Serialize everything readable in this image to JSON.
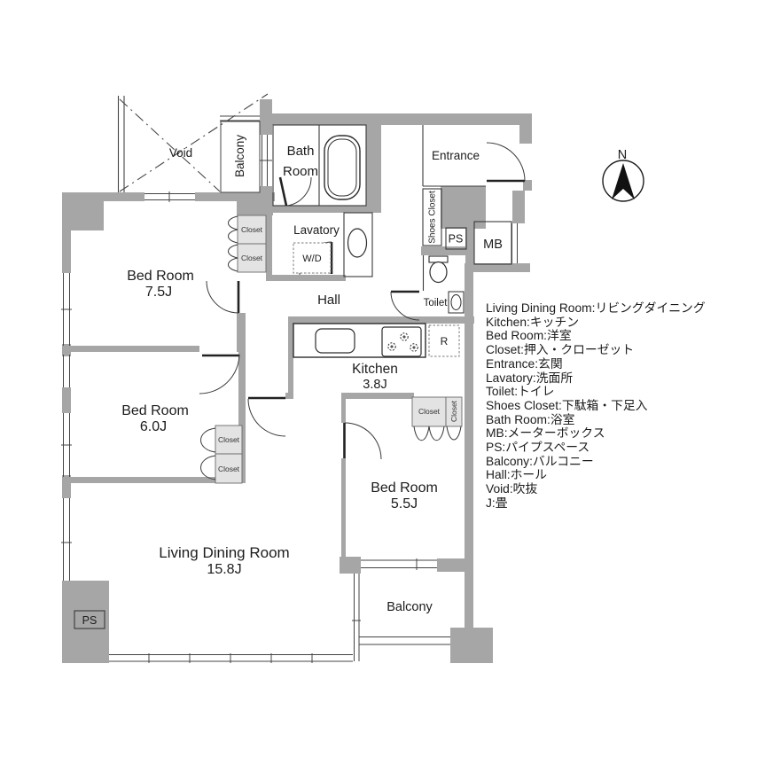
{
  "compass": {
    "north_label": "N"
  },
  "rooms": {
    "void": "Void",
    "balcony_top": "Balcony",
    "bath_line1": "Bath",
    "bath_line2": "Room",
    "entrance": "Entrance",
    "lavatory": "Lavatory",
    "hall": "Hall",
    "toilet": "Toilet",
    "kitchen": "Kitchen",
    "kitchen_area": "3.8J",
    "bed1": "Bed Room",
    "bed1_area": "7.5J",
    "bed2": "Bed Room",
    "bed2_area": "6.0J",
    "bed3": "Bed Room",
    "bed3_area": "5.5J",
    "ldk": "Living Dining Room",
    "ldk_area": "15.8J",
    "balcony_bottom": "Balcony"
  },
  "labels": {
    "closet": "Closet",
    "wd": "W/D",
    "fridge": "R",
    "ps": "PS",
    "mb": "MB",
    "shoes_closet": "Shoes Closet"
  },
  "legend": [
    "Living Dining Room:リビングダイニング",
    "Kitchen:キッチン",
    "Bed Room:洋室",
    "Closet:押入・クローゼット",
    "Entrance:玄関",
    "Lavatory:洗面所",
    "Toilet:トイレ",
    "Shoes Closet:下駄箱・下足入",
    "Bath Room:浴室",
    "MB:メーターボックス",
    "PS:パイプスペース",
    "Balcony:バルコニー",
    "Hall:ホール",
    "Void:吹抜",
    "J:畳"
  ],
  "colors": {
    "wall": "#a6a6a6",
    "closet_fill": "#e3e3e3",
    "line": "#2a2a2a"
  }
}
